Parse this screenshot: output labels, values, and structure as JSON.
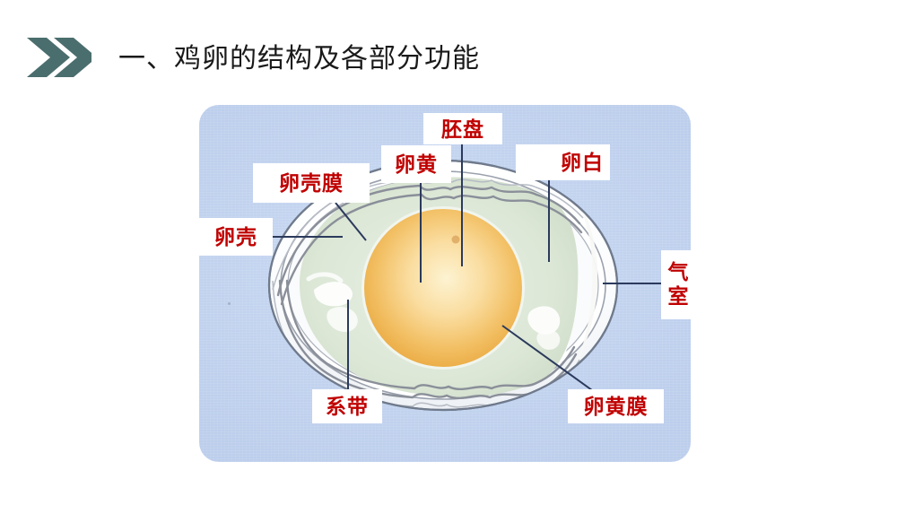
{
  "slide": {
    "background_color": "#ffffff",
    "heading": {
      "title": "一、鸡卵的结构及各部分功能",
      "icon": "double-chevron-right-icon",
      "icon_color": "#4a6e6d",
      "text_color": "#1a1a1a"
    }
  },
  "figure": {
    "panel_color": "#c4d4f0",
    "label_text_color": "#c00000",
    "leader_line_color": "#2b3a5c",
    "labels": [
      {
        "id": "luanke",
        "text": "卵壳",
        "name": "eggshell",
        "orientation": "horizontal",
        "align": "center"
      },
      {
        "id": "luankemo",
        "text": "卵壳膜",
        "name": "shell-membrane",
        "orientation": "horizontal",
        "align": "center"
      },
      {
        "id": "luanhuang",
        "text": "卵黄",
        "name": "yolk",
        "orientation": "horizontal",
        "align": "center"
      },
      {
        "id": "peipan",
        "text": "胚盘",
        "name": "blastodisc",
        "orientation": "horizontal",
        "align": "center"
      },
      {
        "id": "luanbai",
        "text": "卵白",
        "name": "albumen",
        "orientation": "horizontal",
        "align": "right"
      },
      {
        "id": "qishi",
        "text": "气室",
        "name": "air-cell",
        "orientation": "vertical",
        "align": "center"
      },
      {
        "id": "xidai",
        "text": "系带",
        "name": "chalaza",
        "orientation": "horizontal",
        "align": "center"
      },
      {
        "id": "luanhuangmo",
        "text": "卵黄膜",
        "name": "vitelline-membrane",
        "orientation": "horizontal",
        "align": "center"
      }
    ],
    "egg_colors": {
      "shell_outline": "#6f7a8c",
      "shell_fill": "#ffffff",
      "membrane_line": "#8a8f99",
      "albumen": "#dde7d8",
      "albumen_edge": "#eef3ec",
      "yolk_outer": "#eda93f",
      "yolk_inner": "#fdf0c8",
      "air_cell": "#f7f8f4"
    }
  }
}
